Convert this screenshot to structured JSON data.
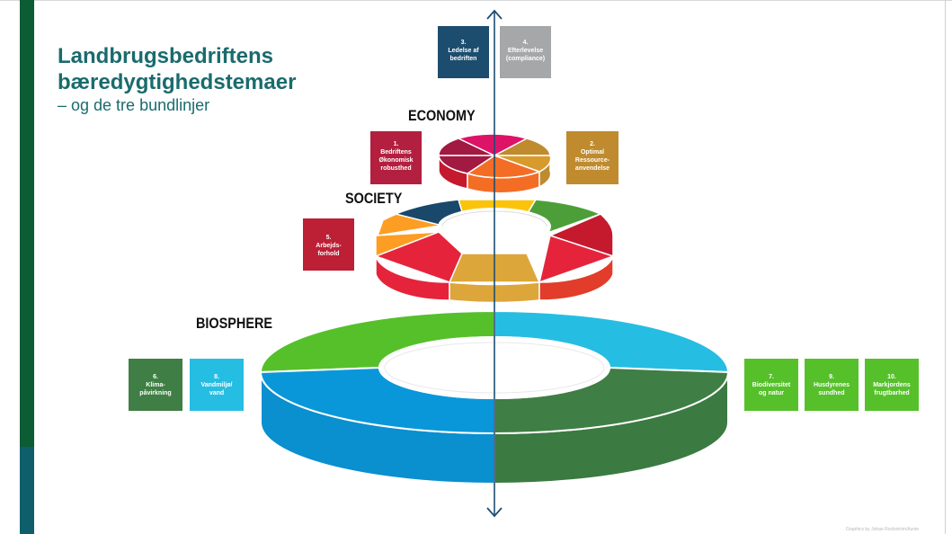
{
  "title": {
    "line1": "Landbrugsbedriftens",
    "line2": "bæredygtighedstemaer",
    "subtitle": "– og de tre bundlinjer"
  },
  "levels": {
    "economy": "ECONOMY",
    "society": "SOCIETY",
    "biosphere": "BIOSPHERE"
  },
  "themes": {
    "t3": {
      "number": "3.",
      "lines": [
        "Ledelse af",
        "bedriften"
      ],
      "color": "#1c4d6e"
    },
    "t4": {
      "number": "4.",
      "lines": [
        "Efterlevelse",
        "(compliance)"
      ],
      "color": "#a5a7a8"
    },
    "t1": {
      "number": "1.",
      "lines": [
        "Bedriftens",
        "Økonomisk",
        "robusthed"
      ],
      "color": "#b31f3f"
    },
    "t2": {
      "number": "2.",
      "lines": [
        "Optimal",
        "Ressource-",
        "anvendelse"
      ],
      "color": "#bf8b2e"
    },
    "t5": {
      "number": "5.",
      "lines": [
        "Arbejds-",
        "forhold"
      ],
      "color": "#bd1f34"
    },
    "t6": {
      "number": "6.",
      "lines": [
        "Klima-",
        "påvirkning"
      ],
      "color": "#3f7e44"
    },
    "t8": {
      "number": "8.",
      "lines": [
        "Vandmiljø/",
        "vand"
      ],
      "color": "#26bde2"
    },
    "t7": {
      "number": "7.",
      "lines": [
        "Biodiversitet",
        "og natur"
      ],
      "color": "#56c02b"
    },
    "t9": {
      "number": "9.",
      "lines": [
        "Husdyrenes",
        "sundhed"
      ],
      "color": "#56c02b"
    },
    "t10": {
      "number": "10.",
      "lines": [
        "Markjordens",
        "frugtbarhed"
      ],
      "color": "#56c02b"
    }
  },
  "colors": {
    "title": "#1a6b6d",
    "sdg_green_light": "#56c02b",
    "sdg_blue_light": "#26bde2",
    "sdg_blue": "#0a97d9",
    "sdg_green_dark": "#3f7e44",
    "sdg_red": "#e5243b",
    "sdg_orange": "#fd6925",
    "sdg_yellow": "#fcc30b",
    "sdg_gold": "#dda63a",
    "sdg_navy": "#19486a",
    "sdg_magenta": "#dd1367",
    "sdg_maroon": "#a21942",
    "sdg_amber": "#bf8b2e"
  },
  "credit": "Graphics by Johan Rockström/Azote",
  "icons": {
    "axis": "vertical-double-arrow-icon"
  }
}
